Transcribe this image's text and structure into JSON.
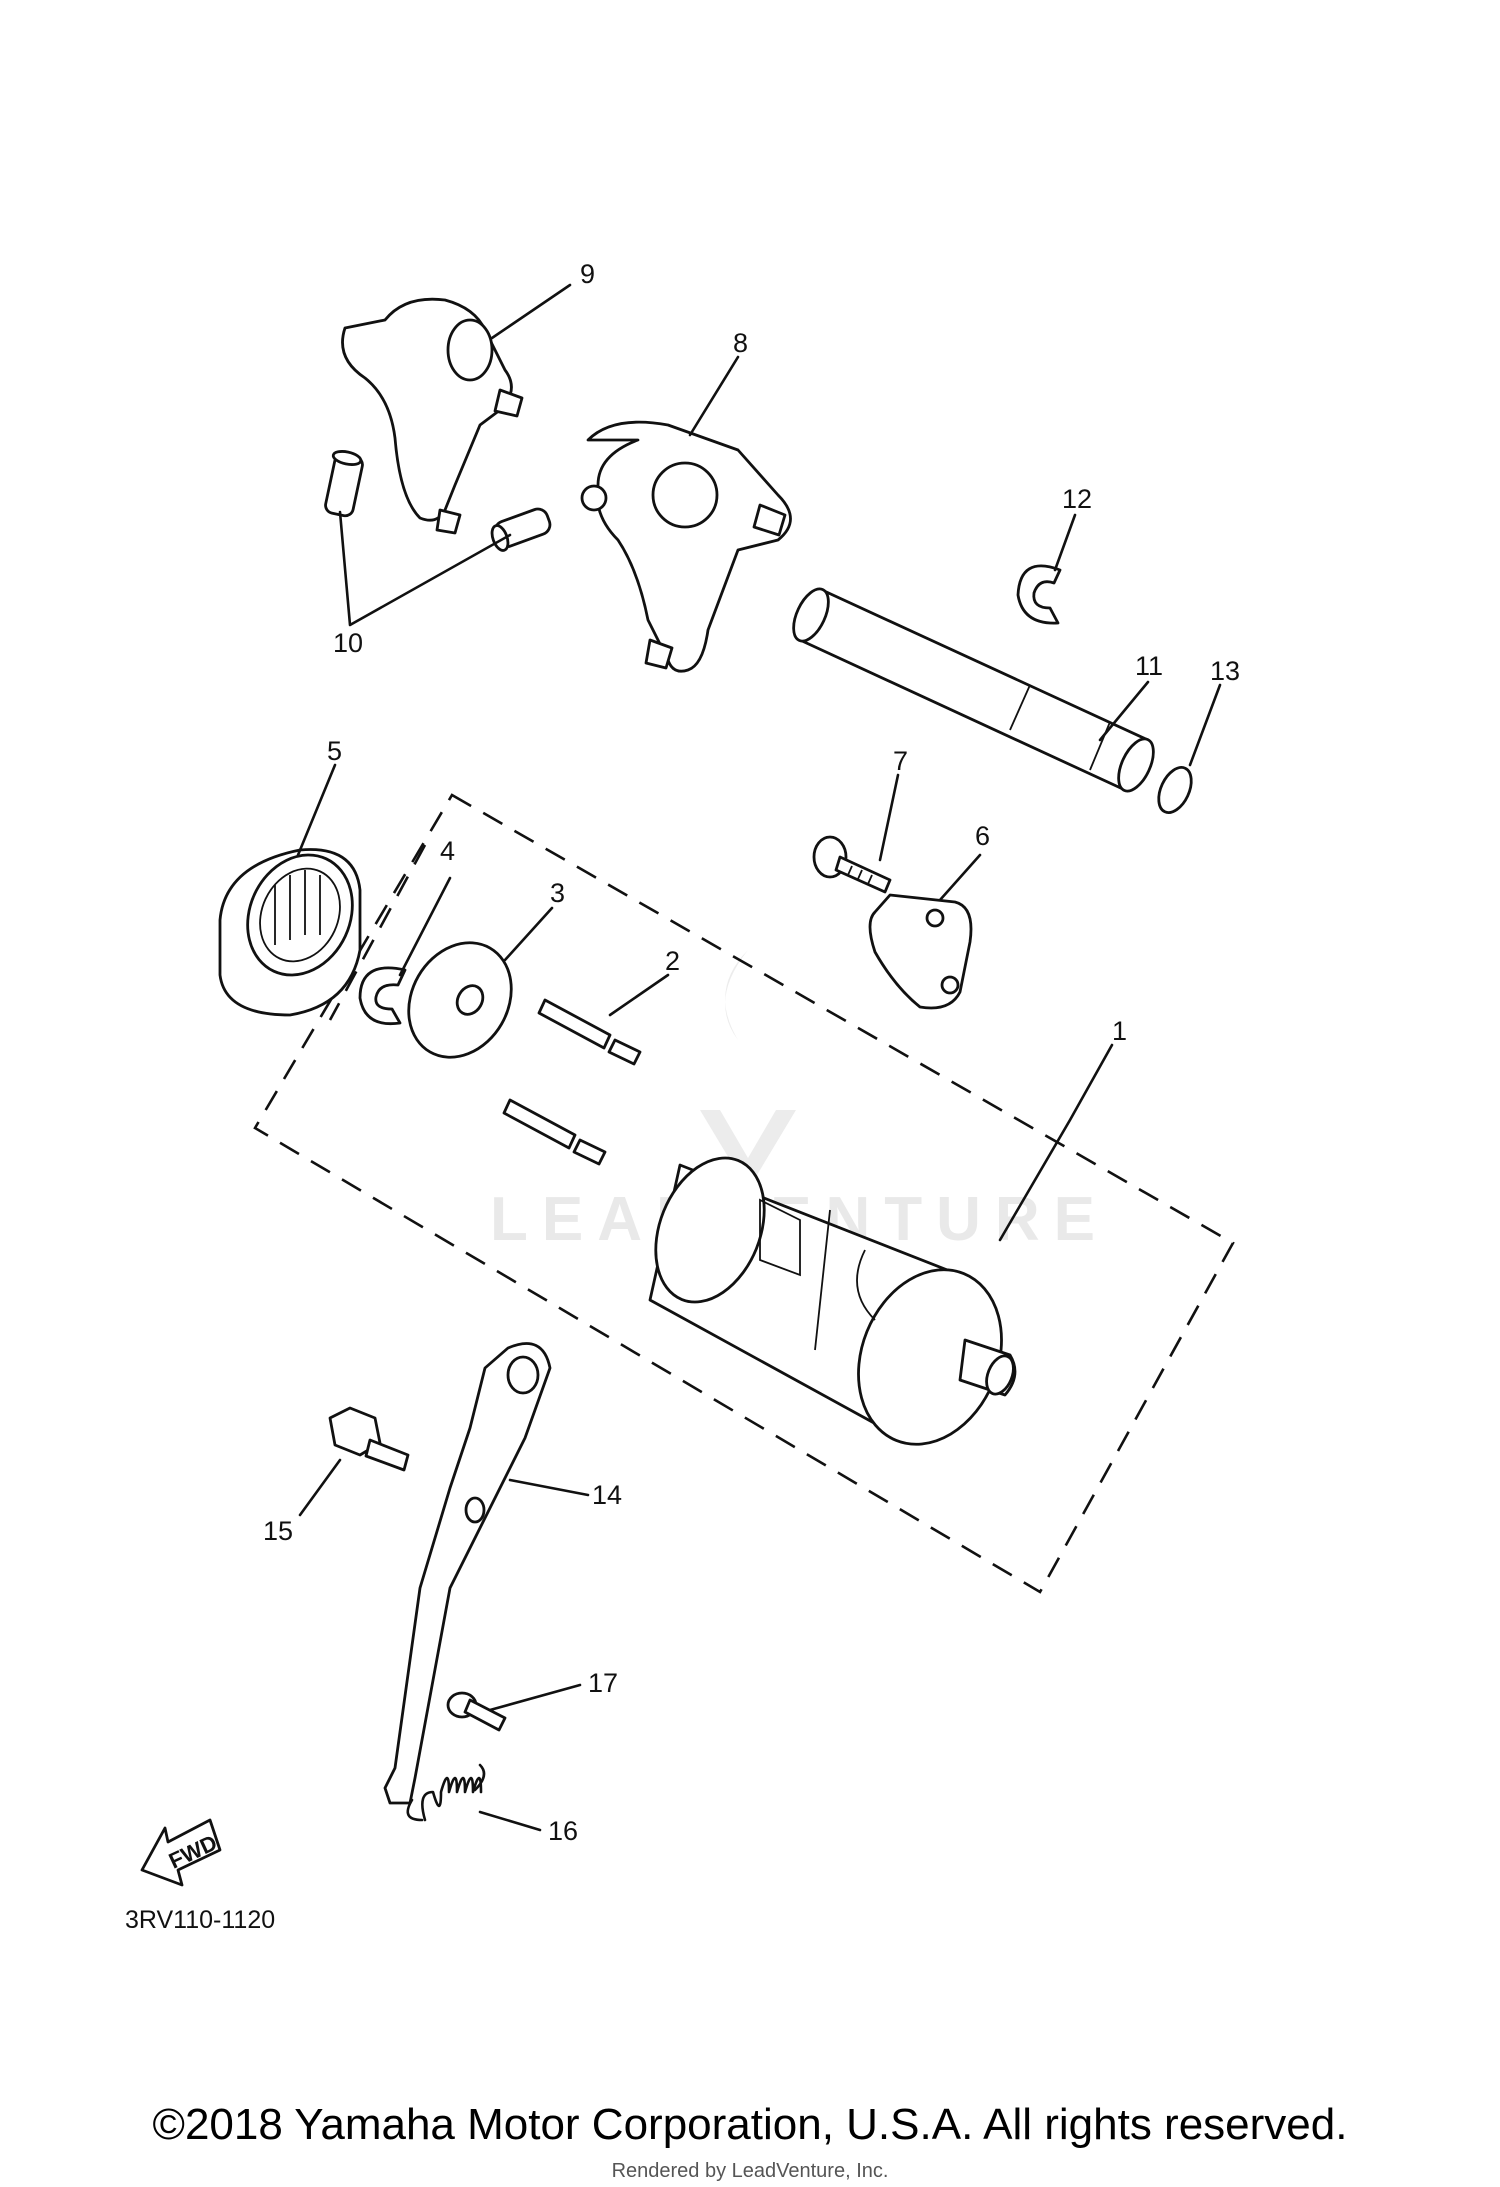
{
  "diagram_code": "3RV110-1120",
  "fwd_label": "FWD",
  "watermark": "LEADVENTURE",
  "copyright": "©2018 Yamaha Motor Corporation, U.S.A. All rights reserved.",
  "rendered_by": "Rendered by LeadVenture, Inc.",
  "callouts": [
    "1",
    "2",
    "3",
    "4",
    "5",
    "6",
    "7",
    "8",
    "9",
    "10",
    "11",
    "12",
    "13",
    "14",
    "15",
    "16",
    "17"
  ]
}
